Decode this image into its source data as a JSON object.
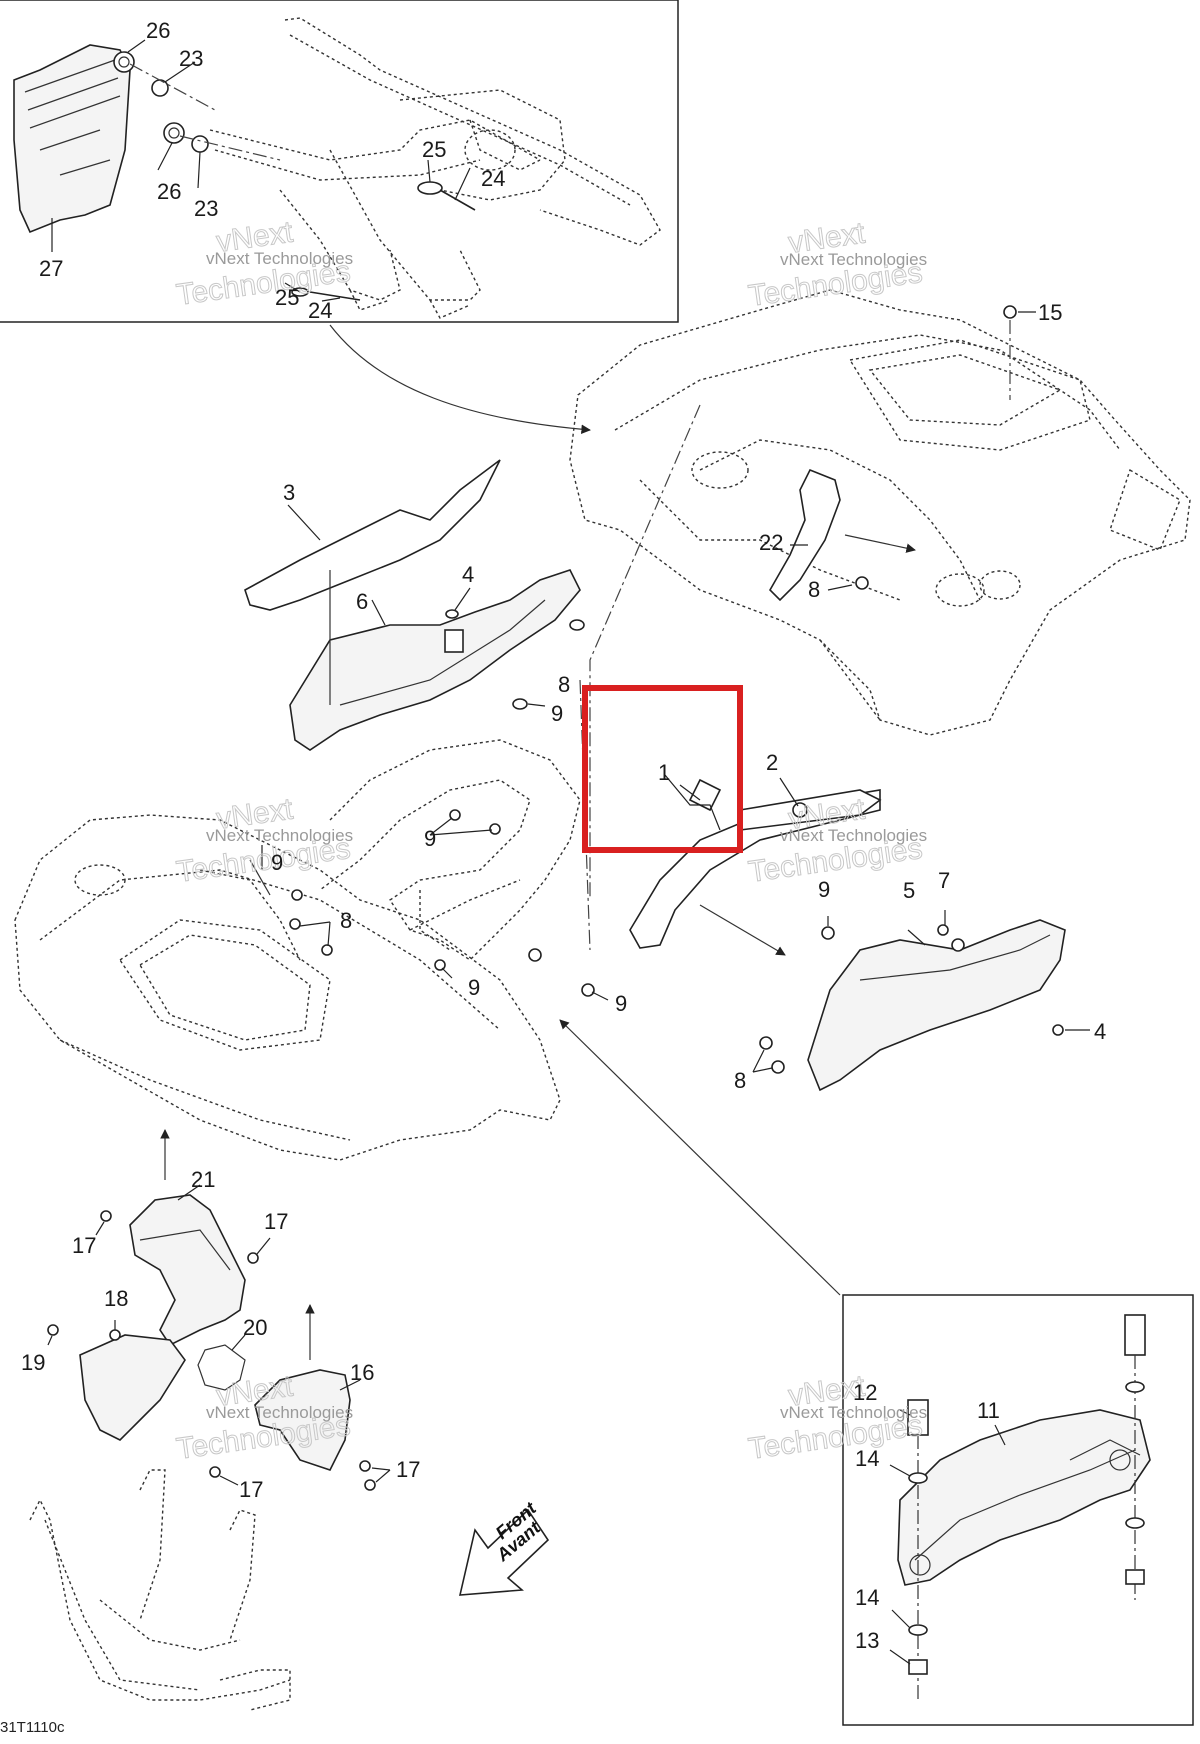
{
  "callouts": [
    "1",
    "2",
    "3",
    "4",
    "4",
    "5",
    "6",
    "7",
    "8",
    "8",
    "8",
    "8",
    "8",
    "9",
    "9",
    "9",
    "9",
    "9",
    "9",
    "11",
    "12",
    "13",
    "14",
    "14",
    "15",
    "16",
    "17",
    "17",
    "17",
    "17",
    "18",
    "19",
    "20",
    "21",
    "22",
    "23",
    "23",
    "24",
    "24",
    "25",
    "25",
    "26",
    "26",
    "27"
  ],
  "watermark": {
    "company": "vNext Technologies",
    "logo_lines": [
      "vNext",
      "Technologies"
    ]
  },
  "front_arrow": {
    "line1": "Front",
    "line2": "Avant"
  },
  "diagram_code": "31T1110c",
  "colors": {
    "highlight": "#d92020",
    "line": "#222222",
    "watermark": "#9a9a9a"
  }
}
